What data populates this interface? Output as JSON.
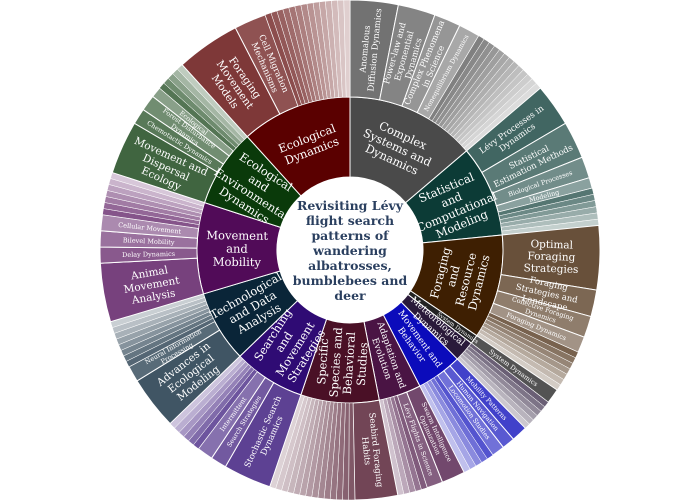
{
  "chart_data": {
    "type": "sunburst",
    "title": "Revisiting Lévy flight search patterns of wandering albatrosses, bumblebees and deer",
    "colors": {
      "complex": "#4a4a4a",
      "statistical": "#0c3b36",
      "foraging": "#3e1f02",
      "system": "#222222",
      "meteorological": "#2a1a3a",
      "movementBehavior": "#0b0bbb",
      "adaptation": "#4a1444",
      "specific": "#4a1026",
      "searching": "#2f0b74",
      "technological": "#0a2538",
      "mobility": "#510b58",
      "environmental": "#0a3a0a",
      "ecological": "#5a0000"
    },
    "inner": [
      {
        "id": "complex",
        "label": "Complex Systems and Dynamics",
        "value": 20
      },
      {
        "id": "statistical",
        "label": "Statistical and Computational Modeling",
        "value": 14
      },
      {
        "id": "foraging",
        "label": "Foraging and Resource Dynamics",
        "value": 16
      },
      {
        "id": "system",
        "label": "System Dynamics",
        "value": 1.4
      },
      {
        "id": "meteorological",
        "label": "Meteorological Dynamics",
        "value": 3.2
      },
      {
        "id": "movementBehavior",
        "label": "Movement and Behavior",
        "value": 7
      },
      {
        "id": "adaptation",
        "label": "Adaptation and Evolution",
        "value": 6.5
      },
      {
        "id": "specific",
        "label": "Specific Species and Behavioral Studies",
        "value": 12
      },
      {
        "id": "searching",
        "label": "Searching and Movement Strategies",
        "value": 11
      },
      {
        "id": "technological",
        "label": "Technological and Data Analysis",
        "value": 11
      },
      {
        "id": "mobility",
        "label": "Movement and Mobility",
        "value": 14
      },
      {
        "id": "environmental",
        "label": "Ecological and Environmental Dynamics",
        "value": 12
      },
      {
        "id": "ecological",
        "label": "Ecological Dynamics",
        "value": 17
      }
    ],
    "outer": [
      {
        "parent": "complex",
        "label": "Anomalous Diffusion Dynamics",
        "value": 4.5
      },
      {
        "parent": "complex",
        "label": "Power-law and Exponential Dynamics",
        "value": 3.5
      },
      {
        "parent": "complex",
        "label": "Complex Phenomena in Science",
        "value": 2.5
      },
      {
        "parent": "complex",
        "label": "Nonequilibrium Dynamics",
        "value": 2
      },
      {
        "parent": "complex",
        "label": "",
        "value": 7.5
      },
      {
        "parent": "statistical",
        "label": "Lévy Processes in Dynamics",
        "value": 4
      },
      {
        "parent": "statistical",
        "label": "Statistical Estimation Methods",
        "value": 3.5
      },
      {
        "parent": "statistical",
        "label": "Biological Processes",
        "value": 2
      },
      {
        "parent": "statistical",
        "label": "Modeling",
        "value": 1
      },
      {
        "parent": "statistical",
        "label": "",
        "value": 3.5
      },
      {
        "parent": "foraging",
        "label": "Optimal Foraging Strategies",
        "value": 6
      },
      {
        "parent": "foraging",
        "label": "Foraging Strategies and Landscape",
        "value": 2.5
      },
      {
        "parent": "foraging",
        "label": "Collective Foraging Dynamics",
        "value": 2
      },
      {
        "parent": "foraging",
        "label": "Foraging Dynamics",
        "value": 1.5
      },
      {
        "parent": "foraging",
        "label": "",
        "value": 4
      },
      {
        "parent": "system",
        "label": "System Dynamics",
        "value": 1.4
      },
      {
        "parent": "meteorological",
        "label": "",
        "value": 3.2
      },
      {
        "parent": "movementBehavior",
        "label": "Mobility Patterns",
        "value": 1.5
      },
      {
        "parent": "movementBehavior",
        "label": "Human Navigation",
        "value": 1.2
      },
      {
        "parent": "movementBehavior",
        "label": "Locomotion Studies",
        "value": 1.2
      },
      {
        "parent": "movementBehavior",
        "label": "",
        "value": 3.1
      },
      {
        "parent": "adaptation",
        "label": "Swarm Intelligence Optimization",
        "value": 2.2
      },
      {
        "parent": "adaptation",
        "label": "Lévy Flights in Science",
        "value": 1.5
      },
      {
        "parent": "adaptation",
        "label": "",
        "value": 2.8
      },
      {
        "parent": "specific",
        "label": "Seabird Foraging Habits",
        "value": 4
      },
      {
        "parent": "specific",
        "label": "",
        "value": 8
      },
      {
        "parent": "searching",
        "label": "Stochastic Search Dynamics",
        "value": 4.5
      },
      {
        "parent": "searching",
        "label": "Search Strategies",
        "value": 1.5
      },
      {
        "parent": "searching",
        "label": "Intermittent",
        "value": 1.5
      },
      {
        "parent": "searching",
        "label": "",
        "value": 3.5
      },
      {
        "parent": "technological",
        "label": "Advances in Ecological Modeling",
        "value": 5
      },
      {
        "parent": "technological",
        "label": "Neural Information Processing",
        "value": 1.5
      },
      {
        "parent": "technological",
        "label": "",
        "value": 4.5
      },
      {
        "parent": "mobility",
        "label": "Animal Movement Analysis",
        "value": 5.5
      },
      {
        "parent": "mobility",
        "label": "Delay Dynamics",
        "value": 1.5
      },
      {
        "parent": "mobility",
        "label": "Bilevel Mobility",
        "value": 1.5
      },
      {
        "parent": "mobility",
        "label": "Cellular Movement",
        "value": 1.5
      },
      {
        "parent": "mobility",
        "label": "",
        "value": 4
      },
      {
        "parent": "environmental",
        "label": "Movement and Dispersal Ecology",
        "value": 5
      },
      {
        "parent": "environmental",
        "label": "Chemotactic Dynamics",
        "value": 1.5
      },
      {
        "parent": "environmental",
        "label": "Forest Disturbance Dynamics",
        "value": 1.5
      },
      {
        "parent": "environmental",
        "label": "Ecological",
        "value": 1
      },
      {
        "parent": "environmental",
        "label": "",
        "value": 3
      },
      {
        "parent": "ecological",
        "label": "Foraging Movement Models",
        "value": 6
      },
      {
        "parent": "ecological",
        "label": "Cell Migration Mechanisms",
        "value": 3
      },
      {
        "parent": "ecological",
        "label": "",
        "value": 8
      }
    ]
  }
}
